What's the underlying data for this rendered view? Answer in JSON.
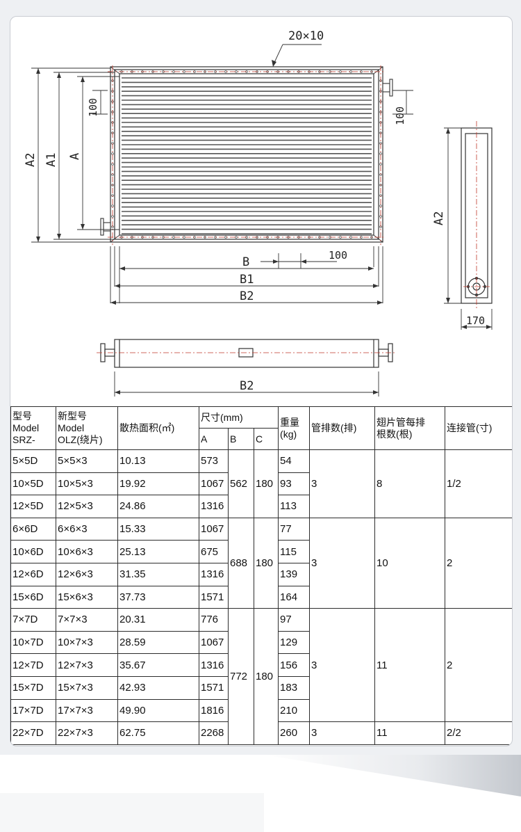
{
  "drawing": {
    "dim_top": "20×10",
    "dim_a2_left": "A2",
    "dim_a1": "A1",
    "dim_a": "A",
    "dim_100_left": "100",
    "dim_100_right": "100",
    "dim_100_bottom": "100",
    "dim_b": "B",
    "dim_b1": "B1",
    "dim_b2": "B2",
    "dim_a2_side": "A2",
    "dim_170": "170",
    "dim_b2_bottom": "B2"
  },
  "table": {
    "headers": {
      "model_srz": [
        "型号",
        "Model",
        "SRZ-"
      ],
      "model_olz": [
        "新型号",
        "Model",
        "OLZ(绕片)"
      ],
      "area": "散热面积(㎡)",
      "size": "尺寸(mm)",
      "a": "A",
      "b": "B",
      "c": "C",
      "weight": [
        "重量",
        "(kg)"
      ],
      "tube_rows": "管排数(排)",
      "fin_tubes": [
        "翅片管每排",
        "根数(根)"
      ],
      "connect": "连接管(寸)"
    },
    "groups": [
      {
        "b": "562",
        "c": "180",
        "tube_rows": "3",
        "fin_tubes": "8",
        "connect": "1/2",
        "rows": [
          {
            "srz": "5×5D",
            "olz": "5×5×3",
            "area": "10.13",
            "a": "573",
            "weight": "54"
          },
          {
            "srz": "10×5D",
            "olz": "10×5×3",
            "area": "19.92",
            "a": "1067",
            "weight": "93"
          },
          {
            "srz": "12×5D",
            "olz": "12×5×3",
            "area": "24.86",
            "a": "1316",
            "weight": "113"
          }
        ]
      },
      {
        "b": "688",
        "c": "180",
        "tube_rows": "3",
        "fin_tubes": "10",
        "connect": "2",
        "rows": [
          {
            "srz": "6×6D",
            "olz": "6×6×3",
            "area": "15.33",
            "a": "1067",
            "weight": "77"
          },
          {
            "srz": "10×6D",
            "olz": "10×6×3",
            "area": "25.13",
            "a": "675",
            "weight": "115"
          },
          {
            "srz": "12×6D",
            "olz": "12×6×3",
            "area": "31.35",
            "a": "1316",
            "weight": "139"
          },
          {
            "srz": "15×6D",
            "olz": "15×6×3",
            "area": "37.73",
            "a": "1571",
            "weight": "164"
          }
        ]
      },
      {
        "b": "772",
        "c": "180",
        "tube_rows": "3",
        "fin_tubes": "11",
        "connect": "2",
        "rows": [
          {
            "srz": "7×7D",
            "olz": "7×7×3",
            "area": "20.31",
            "a": "776",
            "weight": "97"
          },
          {
            "srz": "10×7D",
            "olz": "10×7×3",
            "area": "28.59",
            "a": "1067",
            "weight": "129"
          },
          {
            "srz": "12×7D",
            "olz": "12×7×3",
            "area": "35.67",
            "a": "1316",
            "weight": "156"
          },
          {
            "srz": "15×7D",
            "olz": "15×7×3",
            "area": "42.93",
            "a": "1571",
            "weight": "183"
          },
          {
            "srz": "17×7D",
            "olz": "17×7×3",
            "area": "49.90",
            "a": "1816",
            "weight": "210"
          },
          {
            "srz": "22×7D",
            "olz": "22×7×3",
            "area": "62.75",
            "a": "2268",
            "weight": "260",
            "tube_rows": "3",
            "fin_tubes": "11",
            "connect": "2/2"
          }
        ]
      }
    ]
  },
  "colors": {
    "line": "#333333",
    "center_line": "#c0392b",
    "border": "#2c2c2c"
  }
}
